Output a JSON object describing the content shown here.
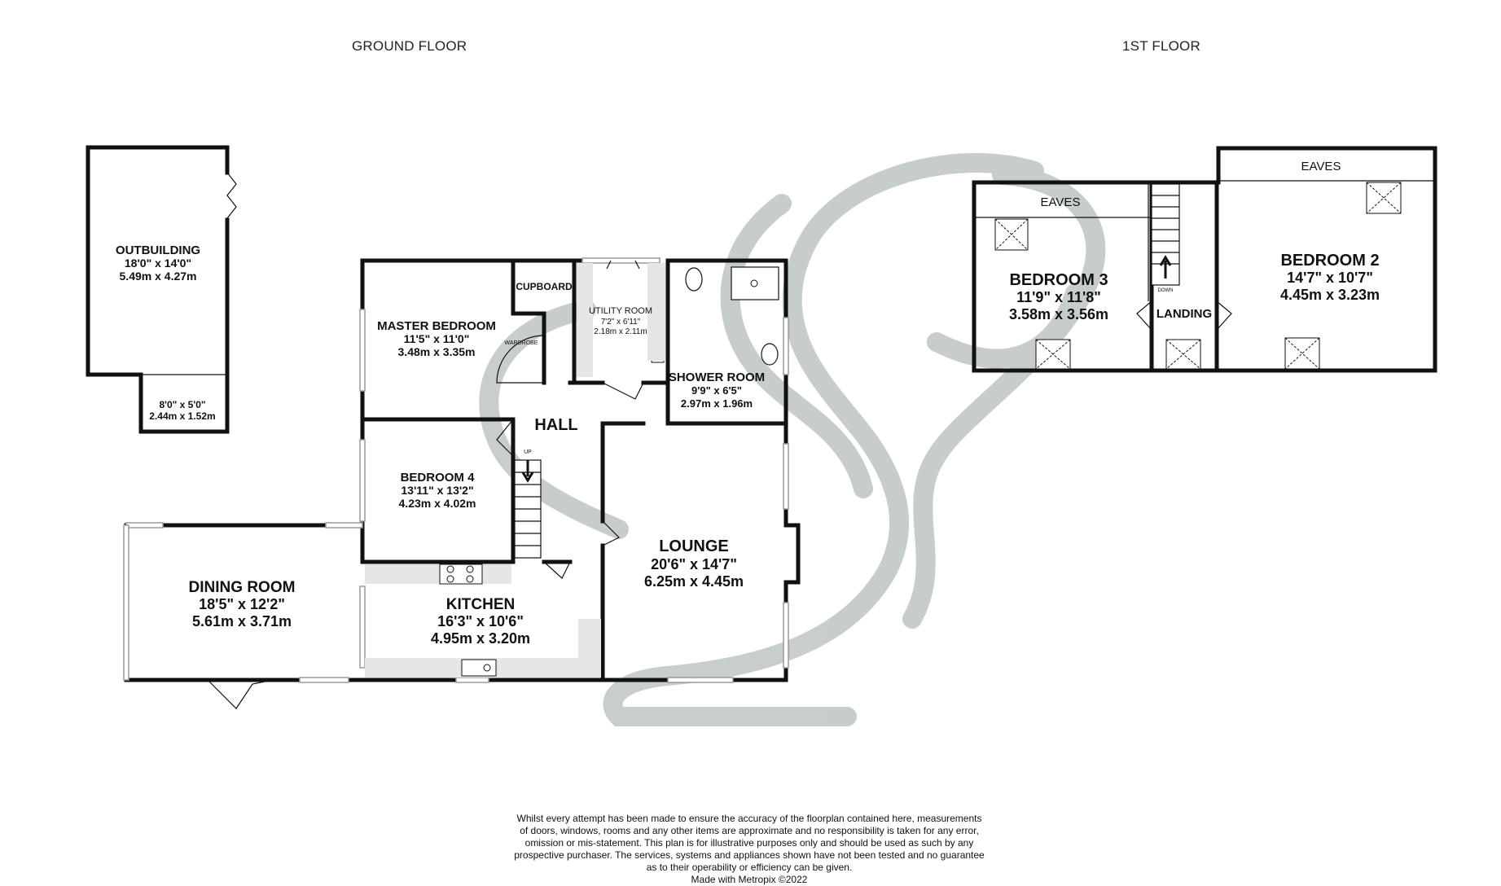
{
  "headings": {
    "ground_floor": "GROUND FLOOR",
    "first_floor": "1ST FLOOR"
  },
  "rooms": {
    "outbuilding": {
      "name": "OUTBUILDING",
      "imperial": "18'0\" x 14'0\"",
      "metric": "5.49m x 4.27m"
    },
    "outbuilding_annex": {
      "imperial": "8'0\" x 5'0\"",
      "metric": "2.44m x 1.52m"
    },
    "master_bedroom": {
      "name": "MASTER BEDROOM",
      "imperial": "11'5\" x 11'0\"",
      "metric": "3.48m x 3.35m"
    },
    "cupboard": {
      "name": "CUPBOARD"
    },
    "wardrobe": {
      "name": "WARDROBE"
    },
    "utility_room": {
      "name": "UTILITY ROOM",
      "imperial": "7'2\" x 6'11\"",
      "metric": "2.18m x 2.11m"
    },
    "shower_room": {
      "name": "SHOWER ROOM",
      "imperial": "9'9\" x 6'5\"",
      "metric": "2.97m x 1.96m"
    },
    "hall": {
      "name": "HALL",
      "stair_label": "UP"
    },
    "bedroom_4": {
      "name": "BEDROOM 4",
      "imperial": "13'11\" x 13'2\"",
      "metric": "4.23m x 4.02m"
    },
    "lounge": {
      "name": "LOUNGE",
      "imperial": "20'6\" x 14'7\"",
      "metric": "6.25m x 4.45m"
    },
    "dining_room": {
      "name": "DINING ROOM",
      "imperial": "18'5\" x 12'2\"",
      "metric": "5.61m x 3.71m"
    },
    "kitchen": {
      "name": "KITCHEN",
      "imperial": "16'3\" x 10'6\"",
      "metric": "4.95m x 3.20m"
    },
    "eaves_left": {
      "name": "EAVES"
    },
    "eaves_right": {
      "name": "EAVES"
    },
    "bedroom_3": {
      "name": "BEDROOM 3",
      "imperial": "11'9\" x 11'8\"",
      "metric": "3.58m x 3.56m"
    },
    "bedroom_2": {
      "name": "BEDROOM 2",
      "imperial": "14'7\" x 10'7\"",
      "metric": "4.45m x 3.23m"
    },
    "landing": {
      "name": "LANDING",
      "stair_label": "DOWN"
    }
  },
  "disclaimer": {
    "lines": [
      "Whilst every attempt has been made to ensure the accuracy of the floorplan contained here, measurements",
      "of doors, windows, rooms and any other items are approximate and no responsibility is taken for any error,",
      "omission or mis-statement. This plan is for illustrative purposes only and should be used as such by any",
      "prospective purchaser. The services, systems and appliances shown have not been tested and no guarantee",
      "as to their operability or efficiency can be given."
    ],
    "credit": "Made with Metropix ©2022"
  },
  "colors": {
    "wall": "#111111",
    "watermark": "#c5cbc7",
    "counter": "#e6e6e6",
    "window": "#9a9a9a"
  }
}
